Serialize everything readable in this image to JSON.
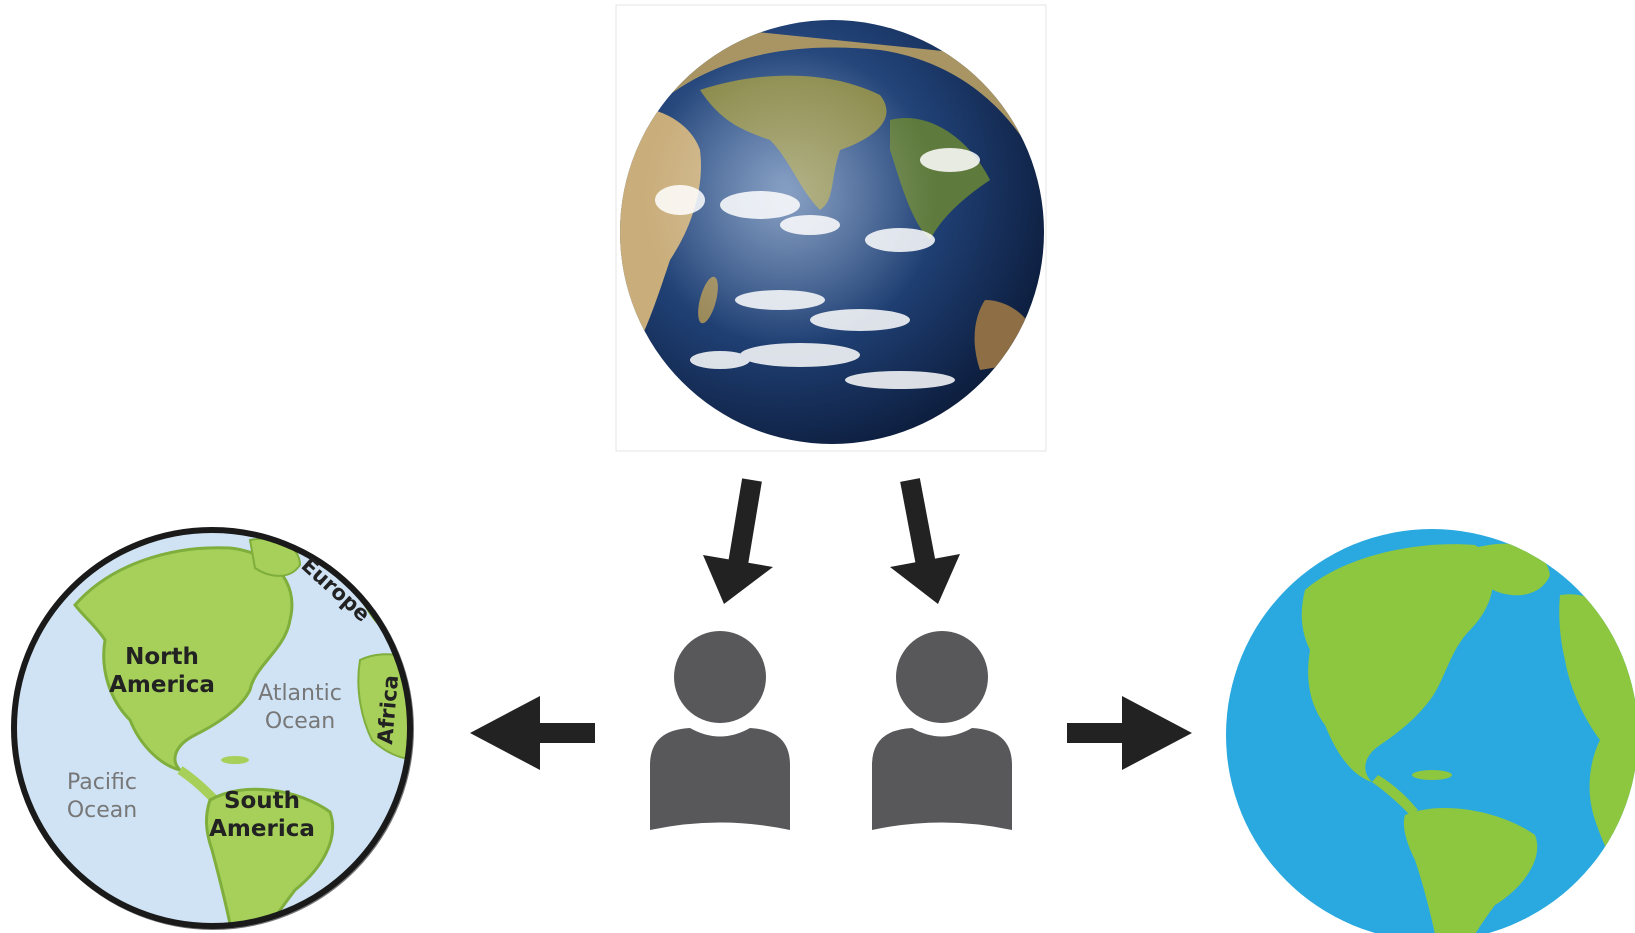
{
  "colors": {
    "arrow": "#222222",
    "person": "#58585a",
    "flat_ocean": "#29a9e0",
    "flat_land": "#8dc63f",
    "sketch_ocean": "#cfe3f5",
    "sketch_land": "#a6d05a",
    "sketch_outline": "#1a1a1a"
  },
  "icons": {
    "top": "earth-photo",
    "people": [
      "person-icon",
      "person-icon"
    ],
    "left": "hand-drawn-globe",
    "right": "flat-globe"
  },
  "left_globe": {
    "continents": {
      "north_america": [
        "North",
        "America"
      ],
      "south_america": [
        "South",
        "America"
      ],
      "europe": "Europe",
      "africa": "Africa"
    },
    "oceans": {
      "atlantic": [
        "Atlantic",
        "Ocean"
      ],
      "pacific": [
        "Pacific",
        "Ocean"
      ]
    }
  }
}
